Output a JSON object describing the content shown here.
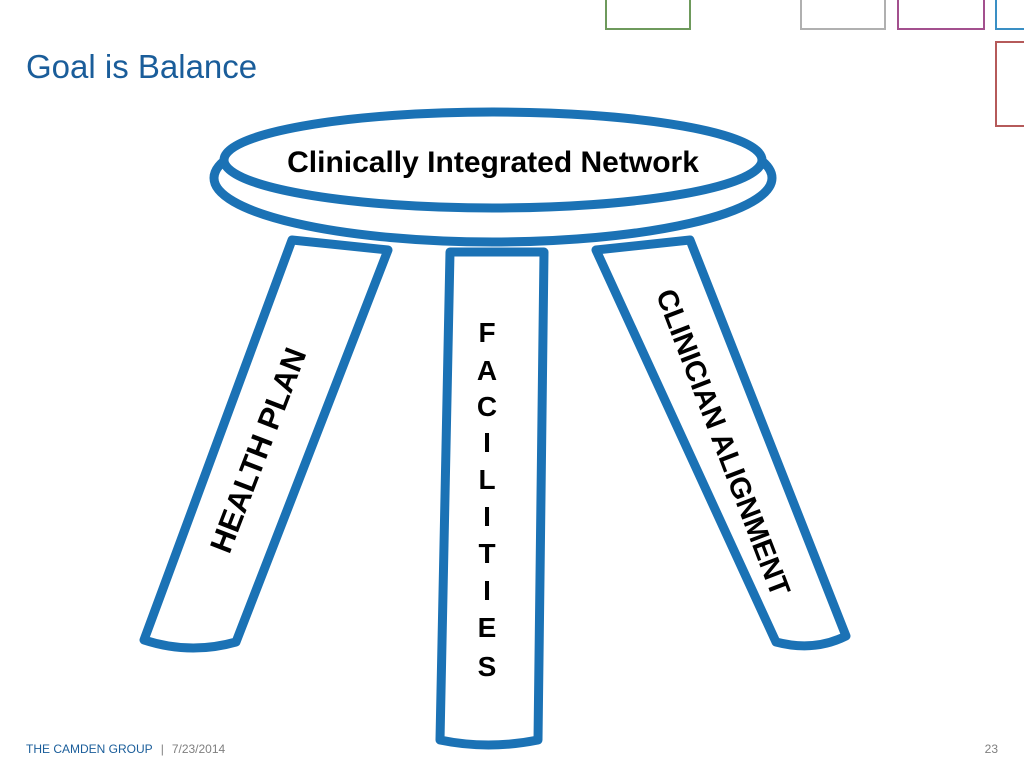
{
  "slide": {
    "title": "Goal is Balance",
    "footer_org": "THE CAMDEN GROUP",
    "footer_separator": "|",
    "footer_date": "7/23/2014",
    "page_number": "23"
  },
  "diagram": {
    "seat_label": "Clinically Integrated Network",
    "leg_left_label": "HEALTH PLAN",
    "leg_center_letters": [
      "F",
      "A",
      "C",
      "I",
      "L",
      "I",
      "T",
      "I",
      "E",
      "S"
    ],
    "leg_right_label": "CLINICIAN ALIGNMENT",
    "colors": {
      "stroke": "#1b72b5",
      "fill": "#ffffff",
      "title": "#1a5d9a"
    }
  },
  "decor_colors": [
    "#6e9a5c",
    "#b0b0b0",
    "#a3508e",
    "#3a8fc4",
    "#b55a5a"
  ]
}
